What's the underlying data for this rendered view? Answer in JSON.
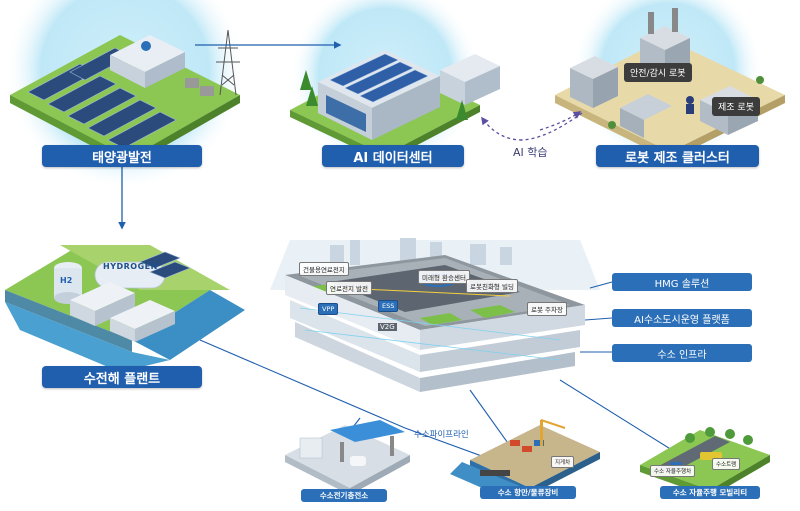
{
  "nodes": {
    "solar": "태양광발전",
    "datacenter": "AI 데이터센터",
    "robot_cluster": "로봇 제조 클러스터",
    "hydrogen_plant": "수전해 플랜트"
  },
  "robot_tags": {
    "safety": "안전/감시 로봇",
    "manufacture": "제조 로봇"
  },
  "ai_learning": "AI 학습",
  "hydrogen_tank_text": "HYDROGEN",
  "h2_logo": "H2",
  "city_tags": {
    "building_fuel_cell": "건물용연료전지",
    "fuel_cell_generation": "연료전지 발전",
    "vpp": "VPP",
    "ess": "ESS",
    "v2g": "V2G",
    "future_transfer": "미래형 환승센터",
    "robot_friendly": "로봇친화형 빌딩",
    "robot_parking": "로봇 주차장"
  },
  "side_labels": [
    "HMG 솔루션",
    "AI수소도시운영 플랫폼",
    "수소 인프라"
  ],
  "pipeline": "수소파이프라인",
  "bottom_labels": {
    "charging": "수소전기충전소",
    "port": "수소 항만/물류장비",
    "mobility": "수소 자율주행 모빌리티"
  },
  "mini_tags": {
    "port_tag": "지게차",
    "mob1": "수소 자율주행차",
    "mob2": "수소트램"
  },
  "colors": {
    "pill": "#1f5fae",
    "arrow": "#1f5fae",
    "dashed": "#5a4fa0",
    "ground": "#7fbf4d"
  }
}
